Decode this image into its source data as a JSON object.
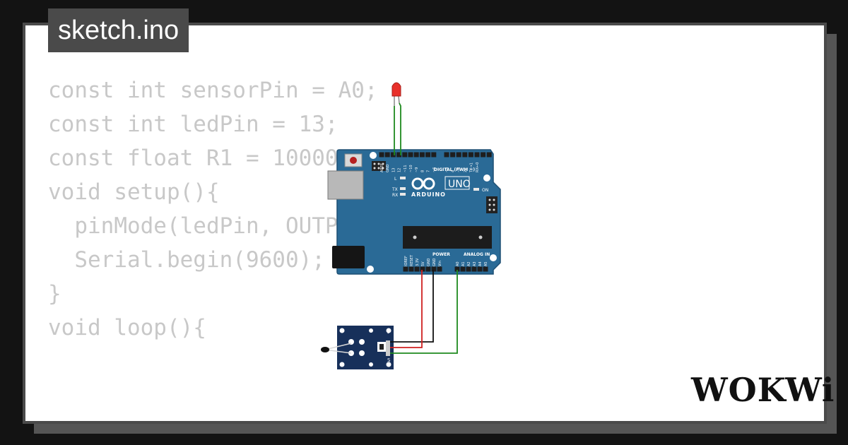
{
  "file_tab": {
    "label": "sketch.ino"
  },
  "code_lines": [
    "const int sensorPin = A0;",
    "const int ledPin = 13;",
    "",
    "const float R1 = 10000;",
    "",
    "void setup(){",
    "  pinMode(ledPin, OUTPUT);",
    "  Serial.begin(9600);",
    "}",
    "",
    "void loop(){"
  ],
  "board": {
    "model_label": "UNO",
    "brand_label": "ARDUINO",
    "digital_header_label": "DIGITAL (PWM ~)",
    "power_label": "POWER",
    "analog_label": "ANALOG IN",
    "on_label": "ON",
    "led_l": "L",
    "led_tx": "TX",
    "led_rx": "RX",
    "digital_pins": [
      "AREF",
      "GND",
      "13",
      "12",
      "~11",
      "~10",
      "~9",
      "8",
      "7",
      "~6",
      "~5",
      "4",
      "~3",
      "2",
      "TX→1",
      "RX←0"
    ],
    "power_pins": [
      "IOREF",
      "RESET",
      "3.3V",
      "5V",
      "GND",
      "GND",
      "Vin"
    ],
    "analog_pins": [
      "A0",
      "A1",
      "A2",
      "A3",
      "A4",
      "A5"
    ]
  },
  "sensor_module": {
    "pin_labels": [
      "-",
      "",
      "S"
    ]
  },
  "logo": {
    "text": "WOKWi"
  },
  "colors": {
    "background": "#131313",
    "card": "#ffffff",
    "tab": "#4a4a4a",
    "board": "#2a6a96",
    "sensor_board": "#17305a",
    "wire_green": "#1f8a1f",
    "wire_red": "#d02020",
    "wire_black": "#111111",
    "led": "#e8302a"
  }
}
